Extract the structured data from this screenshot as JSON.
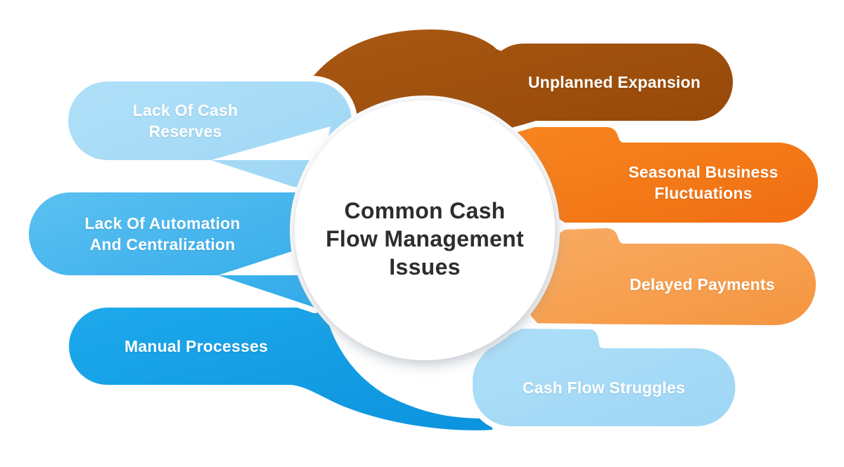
{
  "diagram_title": {
    "lines": [
      "Common Cash",
      "Flow Management",
      "Issues"
    ],
    "text_color": "#2D2D2D",
    "circle_color": "#FFFFFF"
  },
  "items": [
    {
      "id": "lack-of-cash-reserves",
      "lines": [
        "Lack Of Cash",
        "Reserves"
      ],
      "color": "#A6DBF6",
      "text_color": "#FFFFFF",
      "side": "left"
    },
    {
      "id": "lack-of-automation-centralization",
      "lines": [
        "Lack Of Automation",
        "And Centralization"
      ],
      "color": "#47B5EC",
      "text_color": "#FFFFFF",
      "side": "left"
    },
    {
      "id": "manual-processes",
      "lines": [
        "Manual Processes"
      ],
      "color": "#14A2E7",
      "text_color": "#FFFFFF",
      "side": "left"
    },
    {
      "id": "unplanned-expansion",
      "lines": [
        "Unplanned Expansion"
      ],
      "color": "#A1500B",
      "text_color": "#FFFFFF",
      "side": "right"
    },
    {
      "id": "seasonal-business-fluctuations",
      "lines": [
        "Seasonal Business",
        "Fluctuations"
      ],
      "color": "#F5791D",
      "text_color": "#FFFFFF",
      "side": "right"
    },
    {
      "id": "delayed-payments",
      "lines": [
        "Delayed Payments"
      ],
      "color": "#F8A355",
      "text_color": "#FFFFFF",
      "side": "right"
    },
    {
      "id": "cash-flow-struggles",
      "lines": [
        "Cash Flow Struggles"
      ],
      "color": "#A6DBF6",
      "text_color": "#FFFFFF",
      "side": "right"
    }
  ]
}
